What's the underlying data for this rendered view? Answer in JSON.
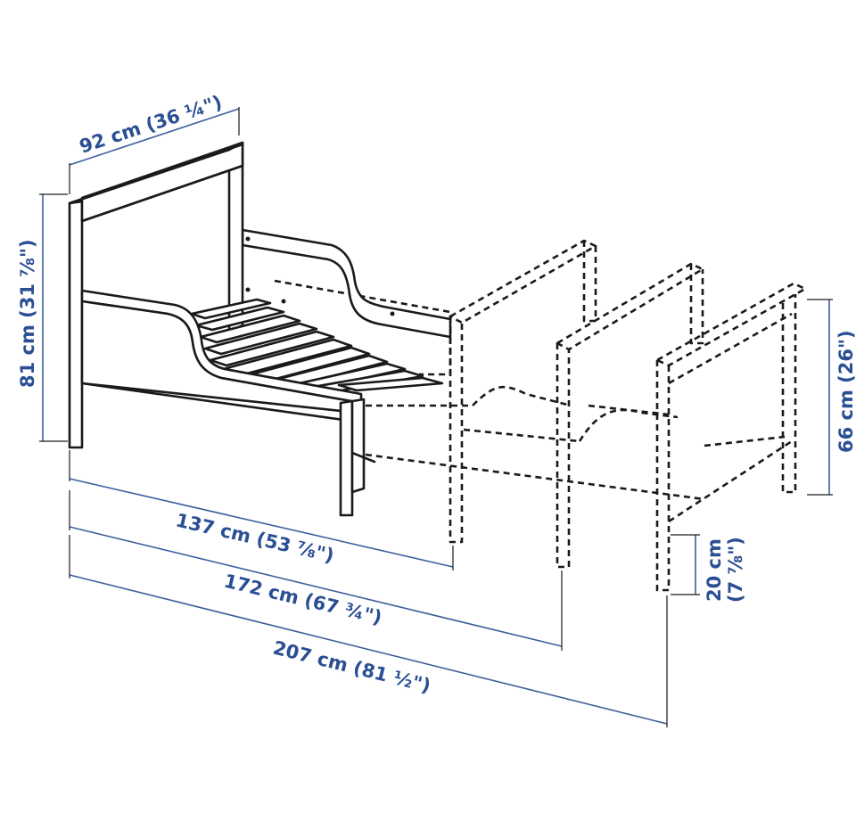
{
  "colors": {
    "dimension_blue": "#2b4f93",
    "line_art": "#1a1a1a",
    "background": "#ffffff"
  },
  "dimensions": {
    "width": "92 cm (36 ¼\")",
    "height": "81 cm (31 ⅞\")",
    "extension_height": "66 cm (26\")",
    "length_min": "137 cm (53 ⅞\")",
    "length_mid": "172 cm (67 ¾\")",
    "length_max": "207 cm (81 ½\")",
    "clearance_cm": "20 cm",
    "clearance_in": "(7 ⅞\")"
  }
}
